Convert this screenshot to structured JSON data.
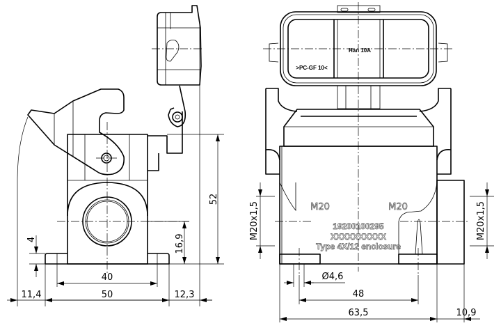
{
  "drawing": {
    "side_view": {
      "dimensions": {
        "height_total": "52",
        "gland_height": "16,9",
        "flange_thickness": "4",
        "hole_spacing": "40",
        "base_width": "50",
        "left_overhang": "11,4",
        "right_overhang": "12,3"
      }
    },
    "front_view": {
      "cover_labels": {
        "model": "Han  10A",
        "material": ">PC-GF 10<"
      },
      "gland_labels": {
        "left": "M20",
        "right": "M20"
      },
      "part_marking": {
        "part_number": "19200100295",
        "batch": "XXXXXXXXXX",
        "type": "Type 4X/12 enclosure"
      },
      "dimensions": {
        "thread_left": "M20x1,5",
        "thread_right": "M20x1,5",
        "hole_diameter": "Ø4,6",
        "hole_spacing": "48",
        "base_width": "63,5",
        "boss_depth": "10,9"
      }
    }
  }
}
